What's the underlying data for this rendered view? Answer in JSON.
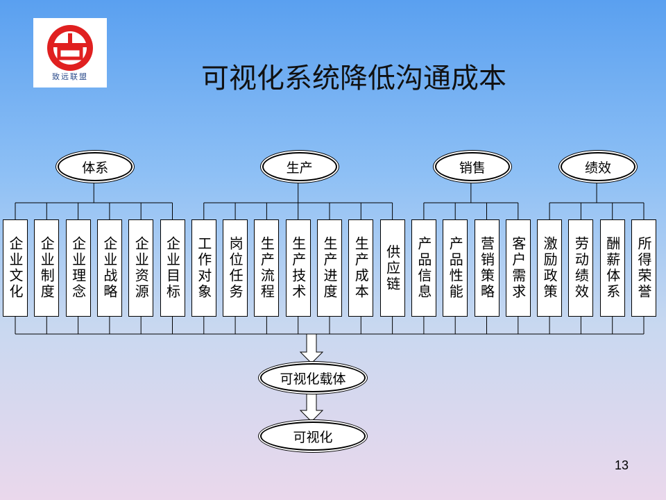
{
  "logo": {
    "text": "致远联盟",
    "color": "#e02020"
  },
  "title": "可视化系统降低沟通成本",
  "categories": [
    {
      "label": "体系",
      "items": [
        "企业文化",
        "企业制度",
        "企业理念",
        "企业战略",
        "企业资源",
        "企业目标"
      ]
    },
    {
      "label": "生产",
      "items": [
        "工作对象",
        "岗位任务",
        "生产流程",
        "生产技术",
        "生产进度",
        "生产成本",
        "供应链"
      ]
    },
    {
      "label": "销售",
      "items": [
        "产品信息",
        "产品性能",
        "营销策略",
        "客户需求"
      ]
    },
    {
      "label": "绩效",
      "items": [
        "激励政策",
        "劳动绩效",
        "酬薪体系",
        "所得荣誉"
      ]
    }
  ],
  "carrier": "可视化载体",
  "result": "可视化",
  "page_number": "13",
  "colors": {
    "background_top": "#5aa0f0",
    "background_bottom": "#ead8ec",
    "box_fill": "#ffffff",
    "line": "#000000"
  }
}
